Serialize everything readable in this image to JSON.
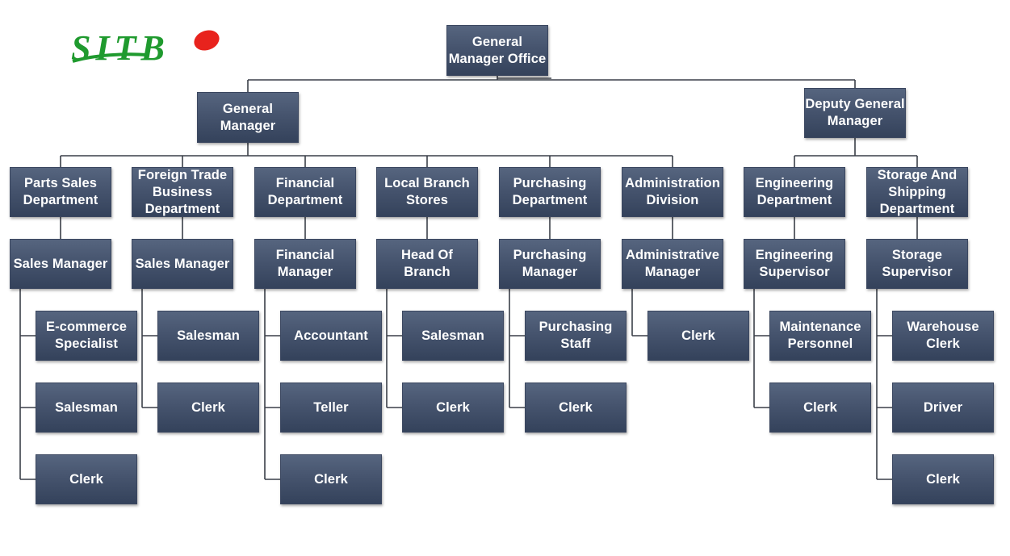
{
  "logo": {
    "text": "SITB",
    "text_color": "#1f9a2e",
    "dot_color": "#e8231d"
  },
  "colors": {
    "node_top": "#56657f",
    "node_bottom": "#34425b",
    "node_text": "#ffffff",
    "connector": "#3a3f48"
  },
  "org": {
    "root": "General\nManager Office",
    "general_manager": "General\nManager",
    "deputy_general_manager": "Deputy General\nManager",
    "gm_departments": [
      {
        "name": "Parts Sales\nDepartment",
        "manager": "Sales Manager",
        "staff": [
          "E-commerce\nSpecialist",
          "Salesman",
          "Clerk"
        ]
      },
      {
        "name": "Foreign Trade\nBusiness\nDepartment",
        "manager": "Sales Manager",
        "staff": [
          "Salesman",
          "Clerk"
        ]
      },
      {
        "name": "Financial\nDepartment",
        "manager": "Financial\nManager",
        "staff": [
          "Accountant",
          "Teller",
          "Clerk"
        ]
      },
      {
        "name": "Local Branch\nStores",
        "manager": "Head Of\nBranch",
        "staff": [
          "Salesman",
          "Clerk"
        ]
      },
      {
        "name": "Purchasing\nDepartment",
        "manager": "Purchasing\nManager",
        "staff": [
          "Purchasing\nStaff",
          "Clerk"
        ]
      },
      {
        "name": "Administration\nDivision",
        "manager": "Administrative\nManager",
        "staff": [
          "Clerk"
        ]
      }
    ],
    "dgm_departments": [
      {
        "name": "Engineering\nDepartment",
        "manager": "Engineering\nSupervisor",
        "staff": [
          "Maintenance\nPersonnel",
          "Clerk"
        ]
      },
      {
        "name": "Storage And\nShipping\nDepartment",
        "manager": "Storage\nSupervisor",
        "staff": [
          "Warehouse\nClerk",
          "Driver",
          "Clerk"
        ]
      }
    ]
  }
}
